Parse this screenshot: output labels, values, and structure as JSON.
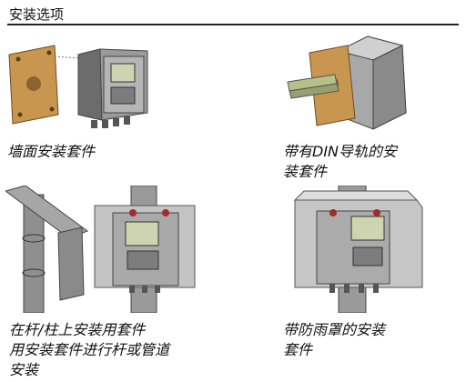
{
  "section_title": "安装选项",
  "items": [
    {
      "caption_lines": [
        "墙面安装套件"
      ]
    },
    {
      "caption_lines": [
        "带有DIN导轨的安",
        "装套件"
      ]
    },
    {
      "caption_lines": [
        "在杆/柱上安装用套件",
        "用安装套件进行杆或管道",
        "安装"
      ]
    },
    {
      "caption_lines": [
        "带防雨罩的安装",
        "套件"
      ]
    }
  ]
}
